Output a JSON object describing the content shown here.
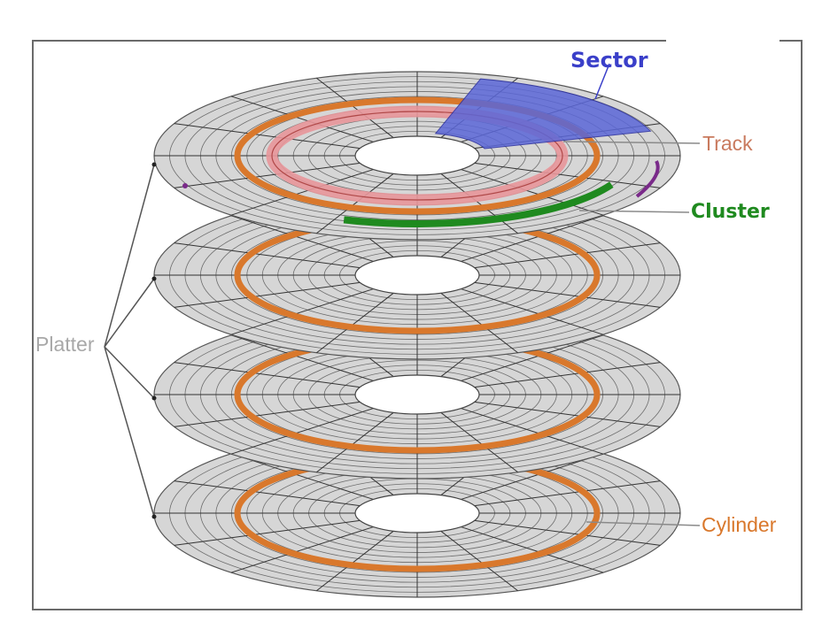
{
  "labels": {
    "sector": "Sector",
    "track": "Track",
    "cluster": "Cluster",
    "platter": "Platter",
    "cylinder": "Cylinder"
  },
  "colors": {
    "sector": "#3a3fc9",
    "sector_fill": "#5b67d8",
    "track": "#c97a5e",
    "track_fill": "#e8969a",
    "cluster": "#1f8a1f",
    "platter": "#a8a8a8",
    "cylinder": "#d9782c",
    "disk_fill": "#d6d6d6",
    "disk_line": "#4a4a4a",
    "frame": "#6a6a6a"
  },
  "platter_count": 4
}
